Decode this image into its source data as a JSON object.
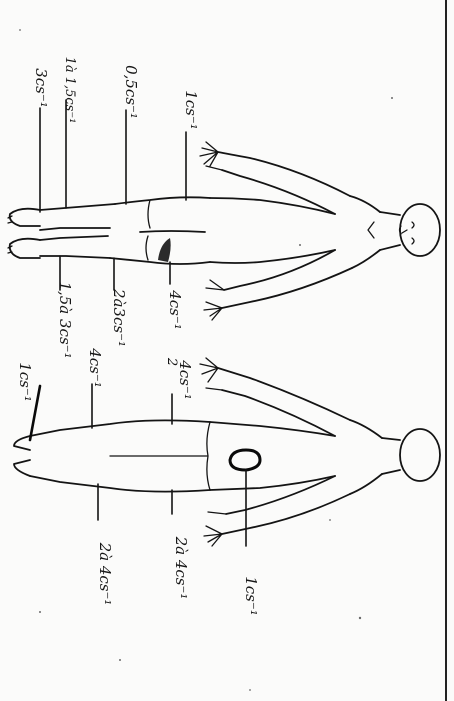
{
  "annotations": {
    "front_figure": [
      {
        "text": "1cs⁻¹"
      },
      {
        "text": "0,5cs⁻¹"
      },
      {
        "text": "1à 1,5cs⁻¹"
      },
      {
        "text": "3cs⁻¹"
      },
      {
        "text": "4cs⁻¹"
      },
      {
        "text": "2à3cs⁻¹"
      },
      {
        "text": "1,5à 3cs⁻¹"
      }
    ],
    "back_figure": [
      {
        "text": "2"
      },
      {
        "text": "4cs⁻¹"
      },
      {
        "text": "4cs⁻¹"
      },
      {
        "text": "1cs⁻¹"
      },
      {
        "text": "2à 4cs⁻¹"
      },
      {
        "text": "2à 4cs⁻¹"
      },
      {
        "text": "1cs⁻¹"
      }
    ]
  }
}
